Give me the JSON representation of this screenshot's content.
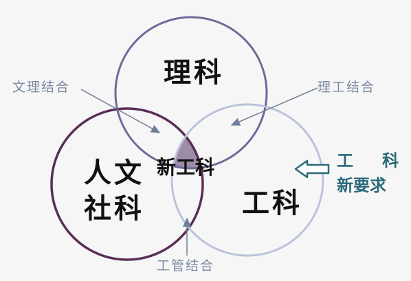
{
  "circles": {
    "science": "理科",
    "humanities": [
      "人文",
      "社科"
    ],
    "engineering": "工科"
  },
  "center_label": "新工科",
  "annotations": {
    "sci_hum": "文理结合",
    "sci_eng": "理工结合",
    "eng_mgmt": "工管结合"
  },
  "requirement": {
    "line1_left": "工",
    "line1_right": "科",
    "line2": "新要求"
  },
  "colors": {
    "science_ring": "#6b6b9a",
    "humanities_ring": "#5a2e55",
    "engineering_ring": "#b9c3da",
    "center_fill": "#8c7a96",
    "arrow": "#6e7f99",
    "teal": "#2a6a78"
  }
}
